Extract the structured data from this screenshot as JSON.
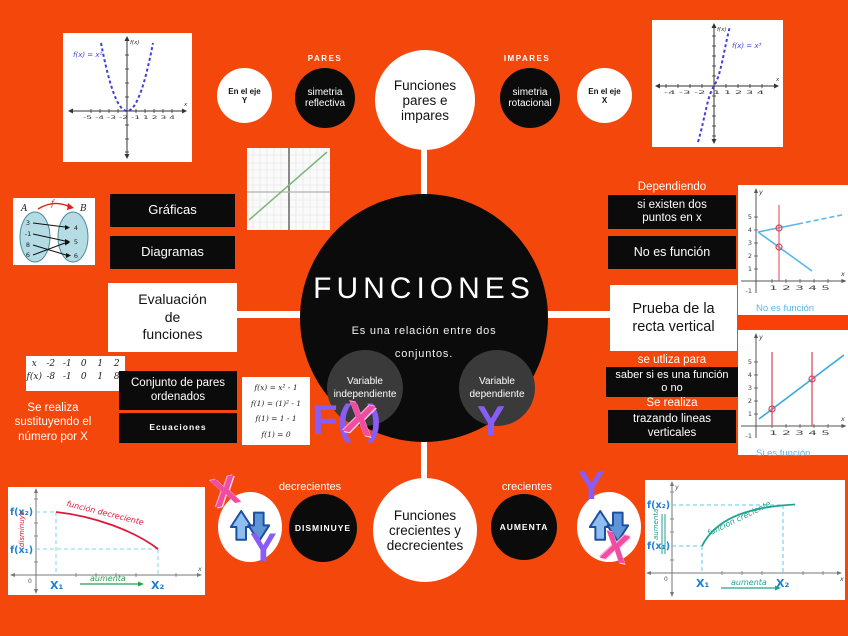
{
  "colors": {
    "background": "#f4470c",
    "node_black": "#0b0b0b",
    "node_white": "#ffffff",
    "subnode_gray": "#3a3a3a",
    "accent_purple": "#8a5cf6",
    "accent_pink": "#ee4da2",
    "arrow_blue": "#2c5fae",
    "curve_blue": "#4040d8",
    "ray_lightblue": "#56b8e8",
    "vertical_red": "#e04050",
    "curve_red": "#e0183c",
    "curve_teal": "#1fa390",
    "stripe_orange": "#f84008"
  },
  "center": {
    "title": "FUNCIONES",
    "subtitle": "Es una relación entre dos\nconjuntos.",
    "variable_independiente": "Variable\nindependiente",
    "variable_dependiente": "Variable\ndependiente",
    "fx_prefix": "F(",
    "fx_x": "X",
    "fx_suffix": ")",
    "y_symbol": "Y"
  },
  "pares_impares": {
    "title": "Funciones\npares e\nimpares",
    "pares": "PARES",
    "impares": "IMPARES",
    "simetria_reflectiva": "simetria\nreflectiva",
    "simetria_rotacional": "simetria\nrotacional",
    "en_el_eje_y": "En el eje\nY",
    "en_el_eje_x": "En el eje\nX"
  },
  "evaluacion": {
    "title": "Evaluación\nde\nfunciones",
    "graficas": "Gráficas",
    "diagramas": "Diagramas",
    "conjunto_pares": "Conjunto de pares\nordenados",
    "ecuaciones": "Ecuaciones",
    "se_realiza": "Se realiza\nsustituyendo el\nnúmero por X",
    "tabla": {
      "fila_x": [
        "x",
        "-2",
        "-1",
        "0",
        "1",
        "2"
      ],
      "fila_fx": [
        "f(x)",
        "-8",
        "-1",
        "0",
        "1",
        "8"
      ]
    },
    "formulas": [
      "f(x) = x² - 1",
      "f(1) = (1)² - 1",
      "f(1) = 1 - 1",
      "f(1) = 0"
    ]
  },
  "recta_vertical": {
    "title": "Prueba de la\nrecta vertical",
    "dependiendo": "Dependiendo",
    "si_existen": "si existen dos\npuntos en x",
    "no_es_funcion": "No es función",
    "se_utiliza": "se utliza para",
    "saber_si": "saber si es una función\no no",
    "se_realiza": "Se realiza",
    "trazando": "trazando lineas\nverticales"
  },
  "crecientes_decrecientes": {
    "title": "Funciones\ncrecientes y\ndecrecientes",
    "decrecientes": "decrecientes",
    "crecientes": "crecientes",
    "disminuye": "DISMINUYE",
    "aumenta": "AUMENTA",
    "x_symbol": "X",
    "y_symbol": "Y"
  },
  "graphs": {
    "ticks_y": [
      "5",
      "4",
      "3",
      "2",
      "1"
    ],
    "ticks_x": "1 2 3 4 5",
    "neg_one": "-1",
    "parabola": {
      "label": "f(x) = x²",
      "axis_y": "f(x)",
      "axis_x": "x",
      "ticks_x": "-5 -4 -3 -2 -1 1 2 3 4"
    },
    "cubica": {
      "label": "f(x) = x³",
      "axis_y": "f(x)",
      "axis_x": "x",
      "ticks_x": "-4 -3 -2 -1 1 2 3 4"
    },
    "mapeo": {
      "label_a": "A",
      "label_b": "B",
      "label_f": "f",
      "set_a": [
        "3",
        "-1",
        "8",
        "6"
      ],
      "set_b": [
        "4",
        "5",
        "6"
      ]
    },
    "no_funcion": {
      "caption": "No es función",
      "axis_x": "x",
      "axis_y": "y"
    },
    "si_funcion": {
      "caption": "Si es función",
      "axis_x": "x",
      "axis_y": "y"
    },
    "decreciente": {
      "curva": "función decreciente",
      "fx2": "f(x₂)",
      "fx1": "f(x₁)",
      "x1": "X₁",
      "x2": "X₂",
      "aumenta": "aumenta",
      "disminuye": "disminuye",
      "axis_x": "x",
      "cero": "0"
    },
    "creciente": {
      "curva": "función creciente",
      "fx2": "f(x₂)",
      "fx1": "f(x₁)",
      "x1": "X₁",
      "x2": "X₂",
      "aumenta_x": "aumenta",
      "aumenta_y": "aumenta",
      "axis_x": "x",
      "axis_y": "y",
      "cero": "0"
    }
  }
}
